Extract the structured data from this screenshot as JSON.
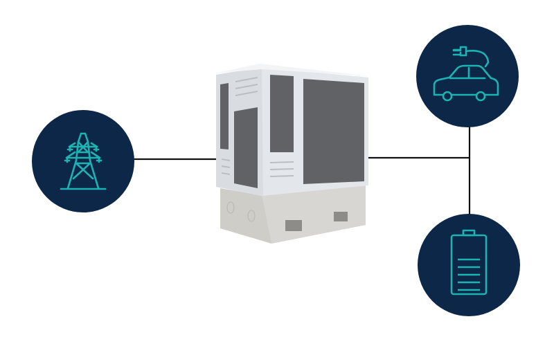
{
  "colors": {
    "circle_fill": "#0c2748",
    "icon_stroke": "#1db3b3",
    "connector": "#111111",
    "cabinet_frame": "#e3e6ea",
    "cabinet_panel": "#616266",
    "cabinet_base": "#cfcdc8"
  },
  "nodes": [
    {
      "id": "grid",
      "icon": "power-transmission-tower-icon"
    },
    {
      "id": "ev",
      "icon": "electric-car-charging-icon"
    },
    {
      "id": "battery",
      "icon": "battery-icon"
    }
  ],
  "center": {
    "image": "outdoor-power-cabinet"
  }
}
